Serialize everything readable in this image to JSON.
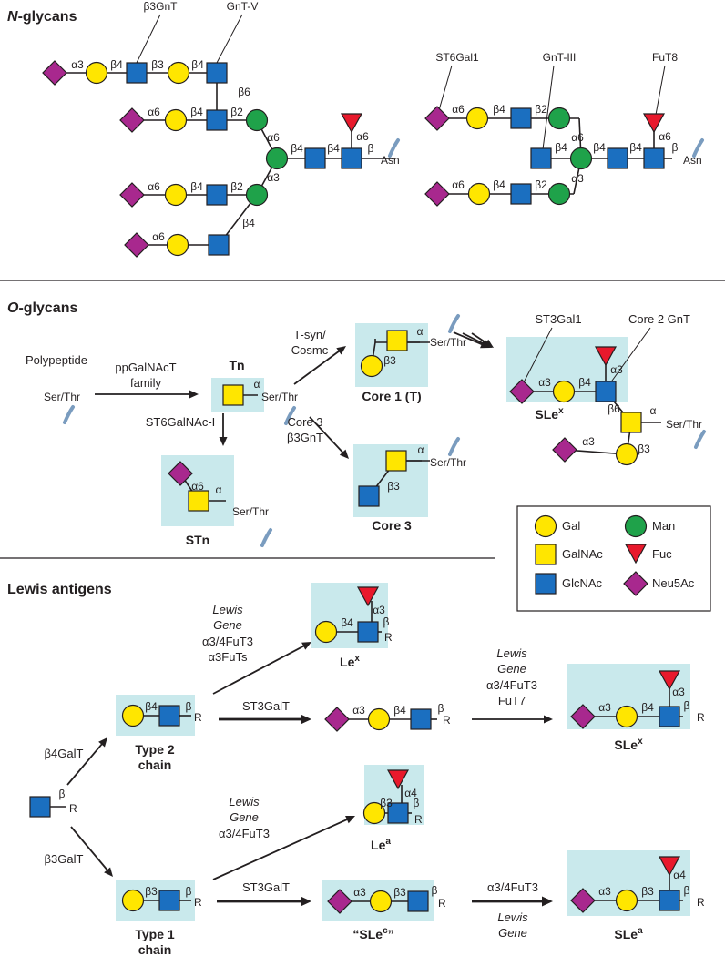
{
  "colors": {
    "gal": "#ffe600",
    "man": "#1fa24a",
    "galnac": "#ffe600",
    "fuc": "#e8192c",
    "glcnac": "#1b6fc0",
    "neu5ac": "#a8288e",
    "highlight_box": "#c9e9ec"
  },
  "sections": {
    "n_glycans_prefix": "N",
    "n_glycans_suffix": "-glycans",
    "o_glycans_prefix": "O",
    "o_glycans_suffix": "-glycans",
    "lewis": "Lewis antigens"
  },
  "enzymes": {
    "b3gnt": "β3GnT",
    "gntv": "GnT-V",
    "st6gal1": "ST6Gal1",
    "gntiii": "GnT-III",
    "fut8": "FuT8",
    "ppgalnact_1": "ppGalNAcT",
    "ppgalnact_2": "family",
    "tsyn_1": "T-syn/",
    "tsyn_2": "Cosmc",
    "st6galnaci": "ST6GalNAc-I",
    "core3_1": "Core 3",
    "core3_2": "β3GnT",
    "st3gal1": "ST3Gal1",
    "core2gnt": "Core 2 GnT",
    "b4galt": "β4GalT",
    "b3galt": "β3GalT",
    "st3galt": "ST3GalT",
    "lewis_gene": "Lewis",
    "gene": "Gene",
    "fut3": "α3/4FuT3",
    "a3futs": "α3FuTs",
    "fut7": "FuT7"
  },
  "labels": {
    "asn": "Asn",
    "serthr": "Ser/Thr",
    "polypeptide": "Polypeptide",
    "r": "R"
  },
  "linkages": {
    "a3": "α3",
    "a4": "α4",
    "a6": "α6",
    "a": "α",
    "b2": "β2",
    "b3": "β3",
    "b4": "β4",
    "b6": "β6",
    "b": "β"
  },
  "names": {
    "tn": "Tn",
    "stn": "STn",
    "core1": "Core 1 (T)",
    "core3": "Core 3",
    "sle_base": "SLe",
    "sle_sup": "x",
    "lex_base": "Le",
    "lex_sup": "x",
    "lea_base": "Le",
    "lea_sup": "a",
    "slea_base": "SLe",
    "slea_sup": "a",
    "slec_open": "“SLe",
    "slec_sup": "c",
    "slec_close": "”",
    "type2_1": "Type 2",
    "type2_2": "chain",
    "type1_1": "Type 1",
    "type1_2": "chain"
  },
  "legend": {
    "gal": "Gal",
    "man": "Man",
    "galnac": "GalNAc",
    "fuc": "Fuc",
    "glcnac": "GlcNAc",
    "neu5ac": "Neu5Ac"
  }
}
